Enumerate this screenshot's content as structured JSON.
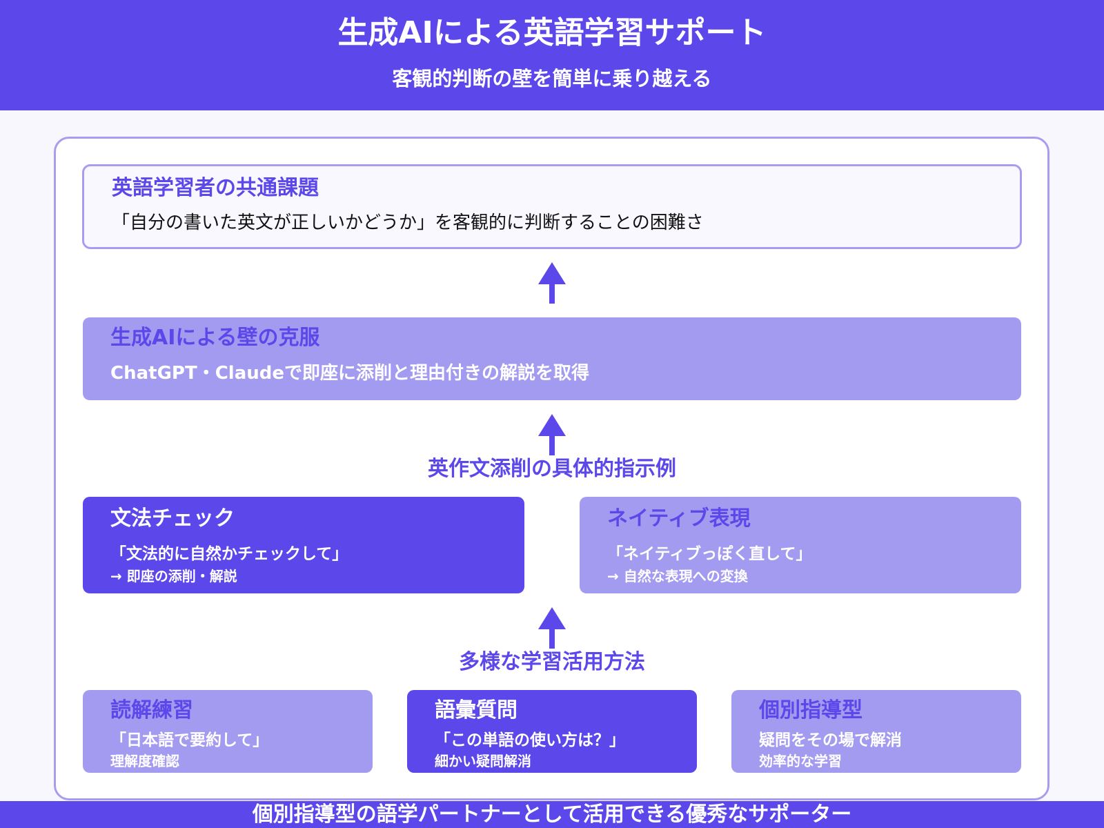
{
  "header": {
    "title": "生成AIによる英語学習サポート",
    "subtitle": "客観的判断の壁を簡単に乗り越える"
  },
  "problem": {
    "title": "英語学習者の共通課題",
    "text": "「自分の書いた英文が正しいかどうか」を客観的に判断することの困難さ"
  },
  "solution": {
    "title": "生成AIによる壁の克服",
    "text": "ChatGPT・Claudeで即座に添削と理由付きの解説を取得"
  },
  "correction_section": {
    "label": "英作文添削の具体的指示例",
    "cards": [
      {
        "title": "文法チェック",
        "line1": "「文法的に自然かチェックして」",
        "line2": "→ 即座の添削・解説",
        "style": "dark"
      },
      {
        "title": "ネイティブ表現",
        "line1": "「ネイティブっぽく直して」",
        "line2": "→ 自然な表現への変換",
        "style": "light"
      }
    ]
  },
  "usage_section": {
    "label": "多様な学習活用方法",
    "cards": [
      {
        "title": "読解練習",
        "line1": "「日本語で要約して」",
        "line2": "理解度確認",
        "style": "light"
      },
      {
        "title": "語彙質問",
        "line1": "「この単語の使い方は？」",
        "line2": "細かい疑問解消",
        "style": "dark"
      },
      {
        "title": "個別指導型",
        "line1": "疑問をその場で解消",
        "line2": "効率的な学習",
        "style": "light"
      }
    ]
  },
  "footer": {
    "text": "個別指導型の語学パートナーとして活用できる優秀なサポーター"
  },
  "colors": {
    "primary": "#5c47ea",
    "light": "#a39bf0",
    "border": "#a89cf0",
    "background": "#f7f7fd"
  },
  "icons": [
    "up-arrow-icon"
  ]
}
